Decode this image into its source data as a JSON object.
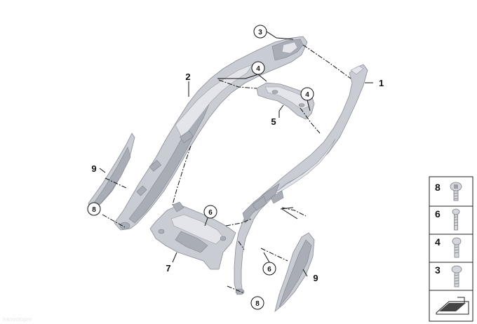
{
  "diagram": {
    "callouts": {
      "frame_right": "1",
      "frame_left": "2",
      "cap_top": "3",
      "screw_top_a": "4",
      "screw_top_b": "4",
      "bracket_top": "5",
      "screw_mid_a": "6",
      "screw_mid_b": "6",
      "bracket_bottom": "7",
      "cover_left_screw": "8",
      "cover_right_screw": "8",
      "cover_left": "9",
      "cover_right": "9"
    },
    "legend": {
      "items": [
        {
          "number": "8"
        },
        {
          "number": "6"
        },
        {
          "number": "4"
        },
        {
          "number": "3"
        }
      ]
    },
    "watermark": "hamrotopro"
  }
}
